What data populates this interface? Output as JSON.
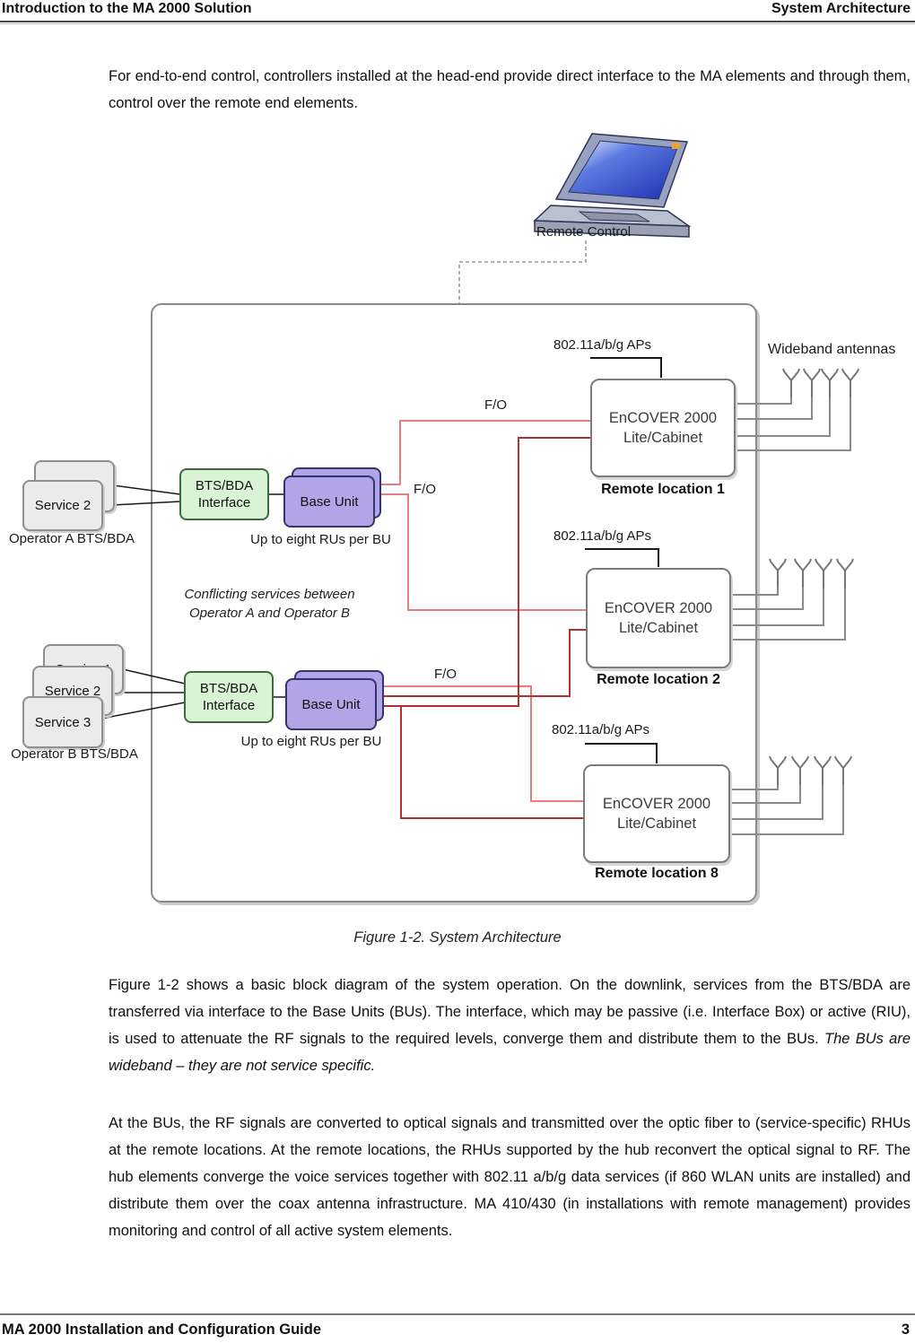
{
  "header": {
    "left_title": "Introduction to the MA 2000 Solution",
    "right_title": "System Architecture"
  },
  "paragraphs": {
    "p1": "For end-to-end control, controllers installed at the head-end provide direct interface to the MA elements and through them, control over the remote end elements.",
    "p2_main": "Figure 1-2 shows a basic block diagram of the system operation. On the downlink, services from the BTS/BDA are transferred via interface to the Base Units (BUs). The interface, which may be passive (i.e. Interface Box) or active (RIU), is used to attenuate the RF signals to the required levels, converge them and distribute them to the BUs. ",
    "p2_italic": "The BUs are wideband – they are not service specific.",
    "p3": "At the BUs, the RF signals are converted to optical signals and transmitted over the optic fiber to (service-specific) RHUs at the remote locations. At the remote locations, the RHUs supported by the hub reconvert the optical signal to RF.  The hub elements converge the voice services together with 802.11 a/b/g data services (if 860 WLAN units are installed) and distribute them over the coax antenna infrastructure. MA 410/430 (in installations with remote management) provides monitoring and control of all active system elements."
  },
  "figure": {
    "caption": "Figure 1-2. System Architecture",
    "remote_control": "Remote Control",
    "ap_label": "802.11a/b/g APs",
    "wideband_antennas": "Wideband antennas",
    "fo_label": "F/O",
    "encover_line1": "EnCOVER 2000",
    "encover_line2": "Lite/Cabinet",
    "remote_locations": [
      "Remote location 1",
      "Remote location 2",
      "Remote location 8"
    ],
    "service1": "Service 1",
    "service2": "Service 2",
    "service3": "Service 3",
    "operator_a": "Operator A BTS/BDA",
    "operator_b": "Operator B BTS/BDA",
    "bts_bda_line1": "BTS/BDA",
    "bts_bda_line2": "Interface",
    "base_unit": "Base Unit",
    "rus_note": "Up to eight RUs per BU",
    "conflict_line1": "Conflicting services between",
    "conflict_line2": "Operator A  and Operator B",
    "icons": {
      "laptop": "laptop-icon",
      "antenna": "antenna-icon"
    },
    "colors": {
      "fiber_pink": "#e87d7d",
      "fiber_crimson": "#b43030",
      "interface_green": "#d8f4d4",
      "base_unit_purple": "#b2a5e7",
      "screen_blue": "#2440c4"
    }
  },
  "footer": {
    "left_title": "MA 2000 Installation and Configuration Guide",
    "page_number": "3"
  }
}
